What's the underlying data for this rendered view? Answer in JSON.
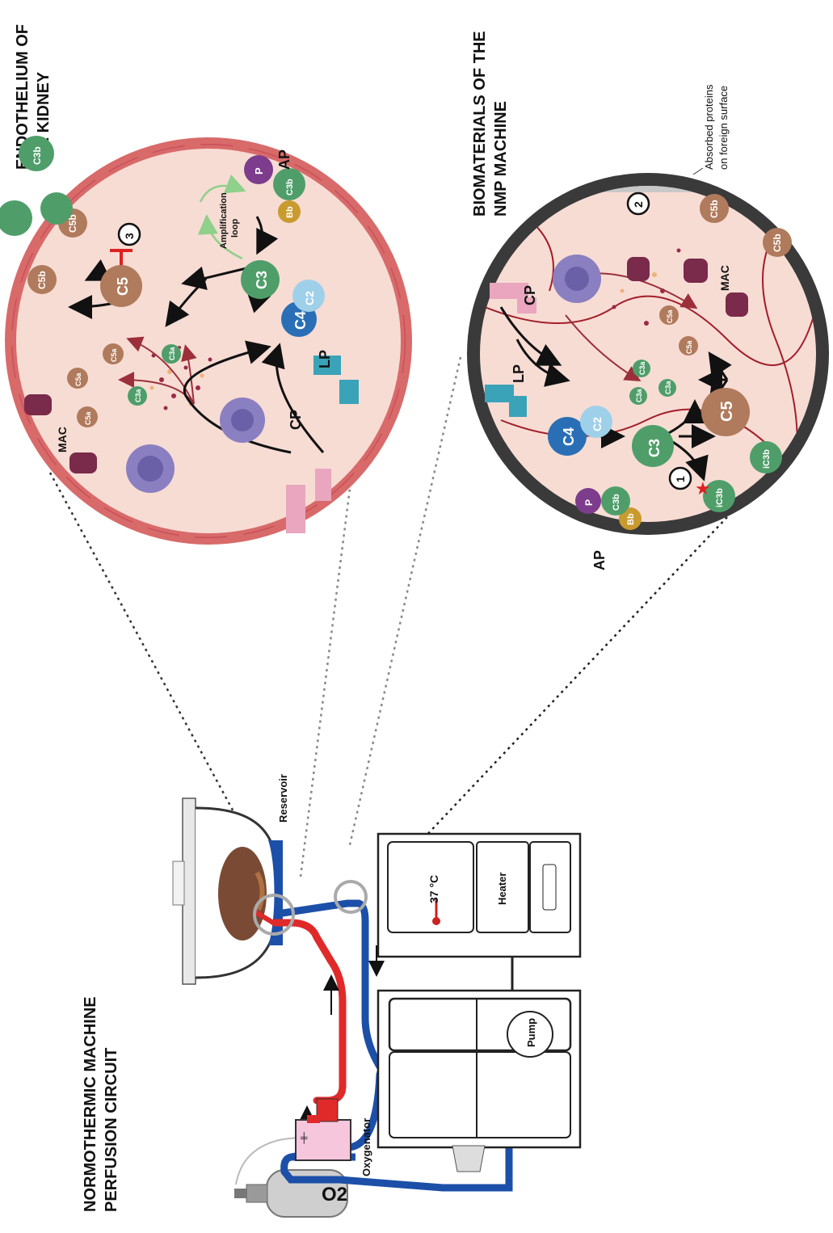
{
  "headings": {
    "circuit": [
      "NORMOTHERMIC MACHINE",
      "PERFUSION CIRCUIT"
    ],
    "kidney": [
      "ENDOTHELIUM OF",
      "THE KIDNEY"
    ],
    "biomaterials": [
      "BIOMATERIALS OF THE",
      "NMP MACHINE"
    ]
  },
  "circuit_labels": {
    "oxygen": "O2",
    "oxygenator": "Oxygenator",
    "reservoir": "Reservoir",
    "pump": "Pump",
    "heater": "Heater",
    "temperature": "37 °C"
  },
  "kidney_circle": {
    "pathways": {
      "ap": "AP",
      "cp": "CP",
      "lp": "LP"
    },
    "loop": [
      "Amplification",
      "loop"
    ],
    "step": "3",
    "molecules": {
      "c3b": "C3b",
      "p": "P",
      "bb": "Bb",
      "c3": "C3",
      "c5": "C5",
      "c5b": "C5b",
      "c4": "C4",
      "c2": "C2",
      "c3a": "C3a",
      "c5a": "C5a",
      "mac": "MAC"
    }
  },
  "biomaterial_circle": {
    "pathways": {
      "ap": "AP",
      "cp": "CP",
      "lp": "LP"
    },
    "steps": [
      "1",
      "2"
    ],
    "absorbed": [
      "Absorbed proteins",
      "on foreign surface"
    ],
    "molecules": {
      "c3b": "C3b",
      "p": "P",
      "bb": "Bb",
      "ic3b": "iC3b",
      "c3": "C3",
      "c5": "C5",
      "c5b": "C5b",
      "c4": "C4",
      "c2": "C2",
      "c3a": "C3a",
      "c5a": "C5a",
      "mac": "MAC"
    }
  },
  "colors": {
    "c3_green": "#4f9e6a",
    "c5_brown": "#b07a5c",
    "c4_blue": "#2a6fb5",
    "c2_lightblue": "#9fd0ea",
    "properdin_purple": "#7d3c8c",
    "bb_gold": "#c99a2e",
    "mac_plum": "#7a2a4a",
    "arterial_red": "#e02a2a",
    "venous_blue": "#1c4fa8",
    "tissue_pink": "#f7dcd4",
    "vessel_wall": "#cf6b6b"
  }
}
